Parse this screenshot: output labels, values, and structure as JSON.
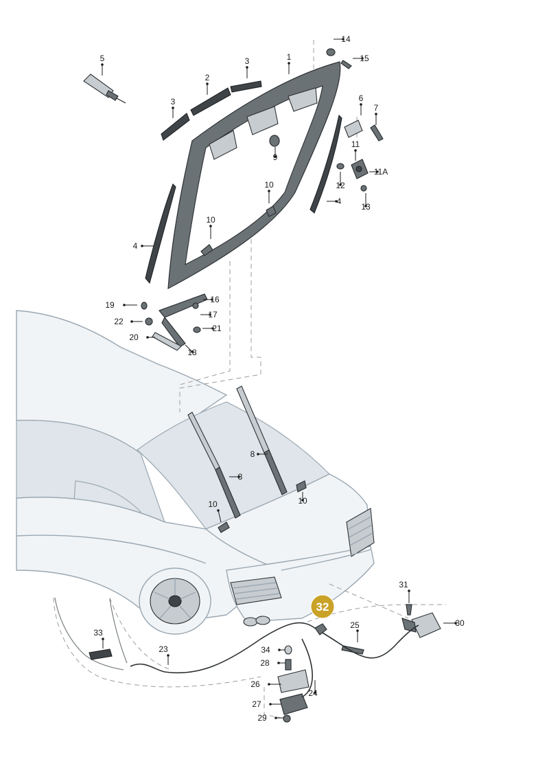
{
  "callouts": [
    {
      "label": "1"
    },
    {
      "label": "2"
    },
    {
      "label": "3"
    },
    {
      "label": "3"
    },
    {
      "label": "4"
    },
    {
      "label": "4"
    },
    {
      "label": "5"
    },
    {
      "label": "6"
    },
    {
      "label": "7"
    },
    {
      "label": "8"
    },
    {
      "label": "8"
    },
    {
      "label": "9"
    },
    {
      "label": "10"
    },
    {
      "label": "10"
    },
    {
      "label": "10"
    },
    {
      "label": "10"
    },
    {
      "label": "11"
    },
    {
      "label": "11A"
    },
    {
      "label": "12"
    },
    {
      "label": "13"
    },
    {
      "label": "14"
    },
    {
      "label": "15"
    },
    {
      "label": "16"
    },
    {
      "label": "17"
    },
    {
      "label": "18"
    },
    {
      "label": "19"
    },
    {
      "label": "20"
    },
    {
      "label": "21"
    },
    {
      "label": "22"
    },
    {
      "label": "23"
    },
    {
      "label": "24"
    },
    {
      "label": "25"
    },
    {
      "label": "26"
    },
    {
      "label": "27"
    },
    {
      "label": "28"
    },
    {
      "label": "29"
    },
    {
      "label": "30"
    },
    {
      "label": "31"
    },
    {
      "label": "33"
    },
    {
      "label": "34"
    }
  ],
  "highlight": {
    "label": "32",
    "color": "#c9a227"
  },
  "colors": {
    "car_outline": "#9aa7b2",
    "parts": "#6b7276",
    "leader": "#1a1a1a"
  }
}
